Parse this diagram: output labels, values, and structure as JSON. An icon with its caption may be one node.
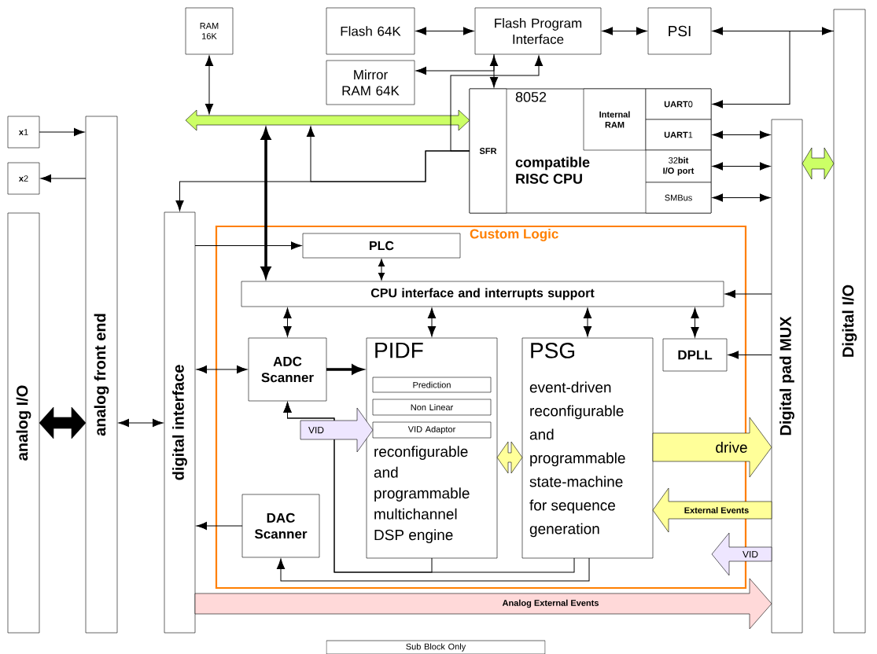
{
  "diagram": {
    "nodes": [
      {
        "text": [
          "RAM 16K"
        ]
      },
      {
        "text": [
          "Flash 64K"
        ]
      },
      {
        "text": [
          "Flash Program Interface"
        ]
      },
      {
        "text": [
          "PSI"
        ]
      },
      {
        "text": [
          "Mirror RAM 64K"
        ]
      },
      {
        "text": [
          "8052",
          "compatible RISC CPU"
        ]
      },
      {
        "text": [
          "SFR"
        ],
        "in": 5
      },
      {
        "text": [
          "Internal RAM"
        ],
        "in": 5
      },
      {
        "text": [
          "**UART**0"
        ],
        "in": 5
      },
      {
        "text": [
          "**UART**1"
        ],
        "in": 5
      },
      {
        "text": [
          "32**bit I/O port**"
        ],
        "in": 5
      },
      {
        "text": [
          "SMBus"
        ],
        "in": 5
      },
      {
        "text": [],
        "shape": "arrow"
      },
      {
        "text": [
          "**x**1"
        ]
      },
      {
        "text": [
          "**x**2"
        ]
      },
      {
        "text": [
          "analog I/O"
        ]
      },
      {
        "text": [
          "analog front end"
        ]
      },
      {
        "text": [
          "digital interface"
        ]
      },
      {
        "text": [
          "Custom Logic"
        ]
      },
      {
        "text": [
          "PLC"
        ],
        "in": 18
      },
      {
        "text": [
          "CPU interface and interrupts support"
        ],
        "in": 18
      },
      {
        "text": [
          "ADC Scanner"
        ],
        "in": 18
      },
      {
        "text": [
          "PIDF",
          "reconfigurable and programmable multichannel DSP engine"
        ],
        "in": 18
      },
      {
        "text": [
          "Prediction"
        ],
        "in": 22
      },
      {
        "text": [
          "Non Linear"
        ],
        "in": 22
      },
      {
        "text": [
          "VID Adaptor"
        ],
        "in": 22
      },
      {
        "text": [
          "PSG",
          "event-driven reconfigurable and programmable state-machine for sequence generation"
        ],
        "in": 18
      },
      {
        "text": [
          "DPLL"
        ],
        "in": 18
      },
      {
        "text": [
          "DAC Scanner"
        ],
        "in": 18
      },
      {
        "text": [
          "Digital pad MUX"
        ]
      },
      {
        "text": [
          "Digital I/O"
        ]
      },
      {
        "text": [
          "Sub Block Only"
        ]
      }
    ],
    "edges": [
      {
        "from": 0,
        "to": 12,
        "arrow": "both"
      },
      {
        "from": 1,
        "to": 2,
        "arrow": "both"
      },
      {
        "from": 2,
        "to": 3,
        "arrow": "both"
      },
      {
        "from": 2,
        "to": 4,
        "arrow": "to"
      },
      {
        "from": 2,
        "to": 6,
        "arrow": "both"
      },
      {
        "from": 6,
        "to": 2,
        "arrow": "to"
      },
      {
        "from": 6,
        "to": 17,
        "arrow": "to"
      },
      {
        "from": 6,
        "to": 12,
        "arrow": "to"
      },
      {
        "from": 3,
        "to": 30,
        "arrow": "both"
      },
      {
        "from": 30,
        "to": 8,
        "arrow": "to"
      },
      {
        "from": 9,
        "to": 29,
        "arrow": "both"
      },
      {
        "from": 10,
        "to": 29,
        "arrow": "both"
      },
      {
        "from": 11,
        "to": 29,
        "arrow": "both"
      },
      {
        "from": 29,
        "to": 30,
        "arrow": "both",
        "style": "thick",
        "color": "#ccff66"
      },
      {
        "from": 13,
        "to": 16,
        "arrow": "to"
      },
      {
        "from": 16,
        "to": 14,
        "arrow": "to"
      },
      {
        "from": 15,
        "to": 16,
        "arrow": "both",
        "style": "thick",
        "color": "#000000"
      },
      {
        "from": 16,
        "to": 17,
        "arrow": "both"
      },
      {
        "from": 12,
        "to": 20,
        "arrow": "both",
        "style": "thick"
      },
      {
        "from": 17,
        "to": 19,
        "arrow": "to"
      },
      {
        "from": 19,
        "to": 20,
        "arrow": "both"
      },
      {
        "from": 20,
        "to": 21,
        "arrow": "both"
      },
      {
        "from": 20,
        "to": 22,
        "arrow": "both"
      },
      {
        "from": 20,
        "to": 26,
        "arrow": "both"
      },
      {
        "from": 20,
        "to": 27,
        "arrow": "both"
      },
      {
        "from": 29,
        "to": 20,
        "arrow": "to"
      },
      {
        "from": 29,
        "to": 27,
        "arrow": "to"
      },
      {
        "from": 17,
        "to": 21,
        "arrow": "both"
      },
      {
        "from": 21,
        "to": 22,
        "arrow": "to",
        "style": "thick"
      },
      {
        "from": 28,
        "to": 17,
        "arrow": "to"
      },
      {
        "from": 26,
        "to": 21,
        "arrow": "to"
      },
      {
        "from": 22,
        "to": 21,
        "arrow": "to"
      },
      {
        "from": 26,
        "to": 28,
        "arrow": "to"
      },
      {
        "from": null,
        "to": 25,
        "arrow": "to",
        "style": "thick",
        "color": "#eee6ff",
        "label": "VID"
      },
      {
        "from": 26,
        "to": 29,
        "arrow": "to",
        "style": "thick",
        "color": "#ffff99",
        "label": "drive"
      },
      {
        "from": 29,
        "to": 26,
        "arrow": "to",
        "style": "thick",
        "color": "#ffff99",
        "label": "External Events"
      },
      {
        "from": 29,
        "to": null,
        "arrow": "to",
        "style": "thick",
        "color": "#eee6ff",
        "label": "VID"
      },
      {
        "from": 17,
        "to": 29,
        "arrow": "to",
        "style": "thick",
        "color": "#ffd9d9",
        "label": "Analog External Events"
      },
      {
        "from": 22,
        "to": 26,
        "arrow": "both",
        "style": "thick",
        "color": "#ffff99"
      }
    ]
  }
}
